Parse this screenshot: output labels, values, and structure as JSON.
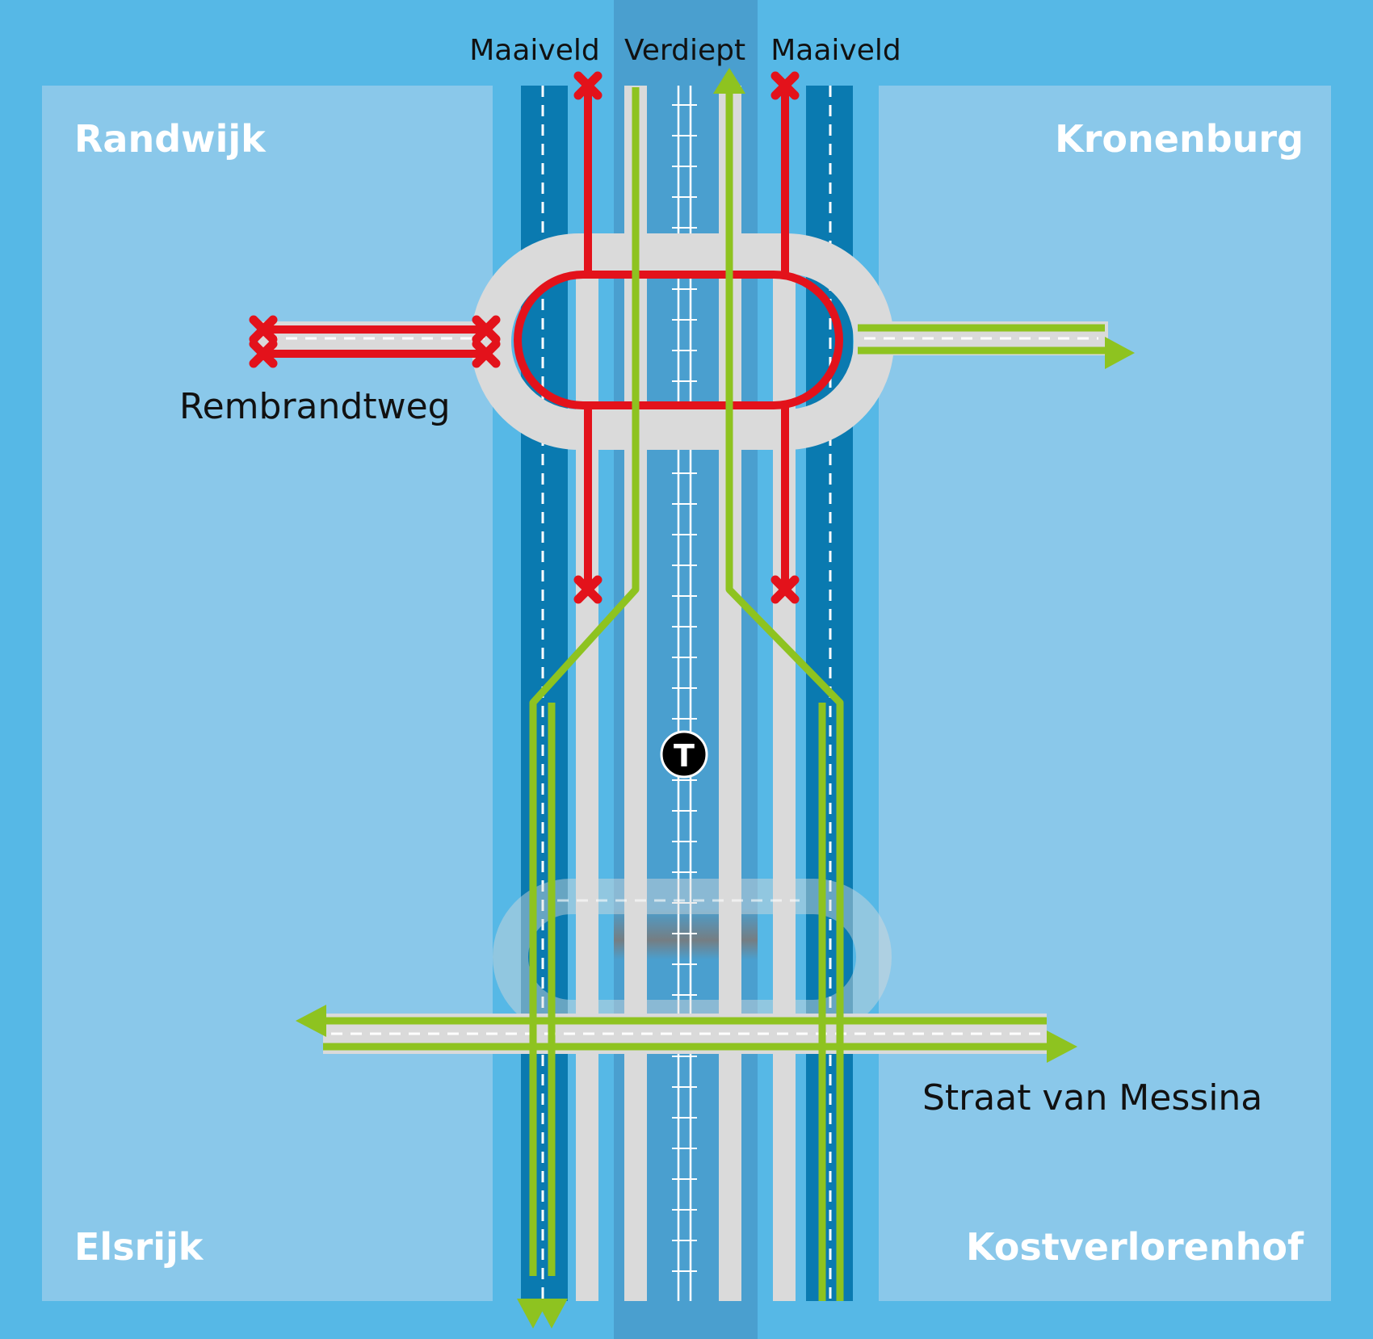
{
  "districts": {
    "north_west": "Randwijk",
    "north_east": "Kronenburg",
    "south_west": "Elsrijk",
    "south_east": "Kostverlorenhof"
  },
  "level_labels": {
    "left": "Maaiveld",
    "center": "Verdiept",
    "right": "Maaiveld"
  },
  "streets": {
    "north": "Rembrandtweg",
    "south": "Straat van Messina"
  },
  "tram_stop_icon": "T",
  "colors": {
    "water": "#56b8e6",
    "land": "#8ac8ea",
    "canal_dark": "#0a7ab0",
    "road": "#dadada",
    "closed_route": "#e3121b",
    "open_route": "#8ec320"
  }
}
